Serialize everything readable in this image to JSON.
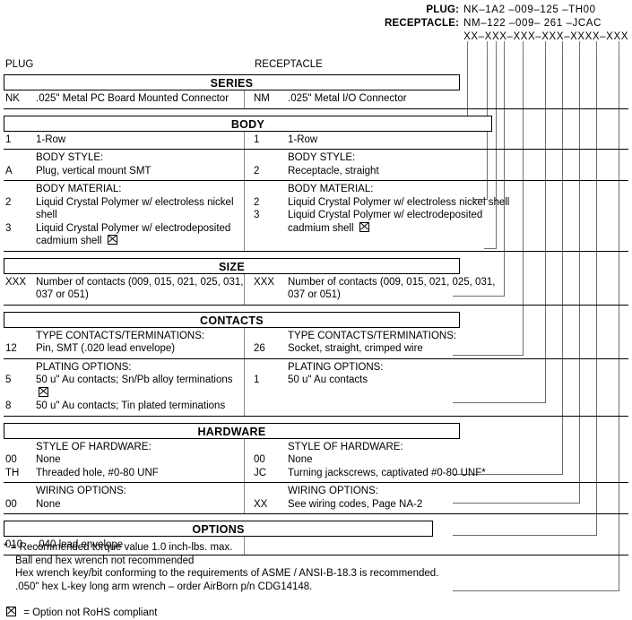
{
  "part_number": {
    "plug_label": "PLUG:",
    "plug_value": "NK–1A2 –009–125 –TH00",
    "receptacle_label": "RECEPTACLE:",
    "receptacle_value": "NM–122 –009– 261 –JCAC",
    "mask": "XX–XXX–XXX–XXX–XXXX–XXX"
  },
  "columns": {
    "plug": "PLUG",
    "receptacle": "RECEPTACLE"
  },
  "sections": [
    {
      "title": "SERIES",
      "groups": [
        {
          "heading_left": "",
          "heading_right": "",
          "left": [
            {
              "code": "NK",
              "desc": ".025\" Metal PC Board Mounted Connector"
            }
          ],
          "right": [
            {
              "code": "NM",
              "desc": ".025\" Metal I/O Connector"
            }
          ]
        }
      ]
    },
    {
      "title": "BODY",
      "groups": [
        {
          "heading_left": "",
          "heading_right": "",
          "left": [
            {
              "code": "1",
              "desc": "1-Row"
            }
          ],
          "right": [
            {
              "code": "1",
              "desc": "1-Row"
            }
          ]
        },
        {
          "heading_left": "BODY STYLE:",
          "heading_right": "BODY STYLE:",
          "left": [
            {
              "code": "A",
              "desc": "Plug, vertical mount SMT"
            }
          ],
          "right": [
            {
              "code": "2",
              "desc": "Receptacle, straight"
            }
          ]
        },
        {
          "heading_left": "BODY MATERIAL:",
          "heading_right": "BODY MATERIAL:",
          "left": [
            {
              "code": "2",
              "desc": "Liquid Crystal Polymer w/ electroless nickel shell"
            },
            {
              "code": "3",
              "desc": "Liquid Crystal Polymer w/ electrodeposited",
              "desc2": "cadmium shell",
              "rohs": true
            }
          ],
          "right": [
            {
              "code": "2",
              "desc": "Liquid Crystal Polymer w/ electroless nickel shell"
            },
            {
              "code": "3",
              "desc": "Liquid Crystal Polymer w/ electrodeposited",
              "desc2": "cadmium shell",
              "rohs": true
            }
          ]
        }
      ]
    },
    {
      "title": "SIZE",
      "groups": [
        {
          "heading_left": "",
          "heading_right": "",
          "left": [
            {
              "code": "XXX",
              "desc": "Number of contacts (009, 015, 021, 025, 031,",
              "desc2": "037 or 051)"
            }
          ],
          "right": [
            {
              "code": "XXX",
              "desc": "Number of contacts (009, 015, 021, 025, 031,",
              "desc2": "037 or 051)"
            }
          ]
        }
      ]
    },
    {
      "title": "CONTACTS",
      "groups": [
        {
          "heading_left": "TYPE CONTACTS/TERMINATIONS:",
          "heading_right": "TYPE CONTACTS/TERMINATIONS:",
          "left": [
            {
              "code": "12",
              "desc": "Pin, SMT (.020 lead envelope)"
            }
          ],
          "right": [
            {
              "code": "26",
              "desc": "Socket, straight, crimped wire"
            }
          ]
        },
        {
          "heading_left": "PLATING OPTIONS:",
          "heading_right": "PLATING OPTIONS:",
          "left": [
            {
              "code": "5",
              "desc": "50 u\" Au contacts; Sn/Pb alloy terminations",
              "rohs": true
            },
            {
              "code": "8",
              "desc": "50 u\" Au contacts; Tin plated terminations"
            }
          ],
          "right": [
            {
              "code": "1",
              "desc": "50 u\" Au contacts"
            }
          ]
        }
      ]
    },
    {
      "title": "HARDWARE",
      "groups": [
        {
          "heading_left": "STYLE OF HARDWARE:",
          "heading_right": "STYLE OF HARDWARE:",
          "left": [
            {
              "code": "00",
              "desc": "None"
            },
            {
              "code": "TH",
              "desc": "Threaded hole, #0-80 UNF"
            }
          ],
          "right": [
            {
              "code": "00",
              "desc": "None"
            },
            {
              "code": "JC",
              "desc": "Turning jackscrews, captivated #0-80 UNF*"
            }
          ]
        },
        {
          "heading_left": "WIRING OPTIONS:",
          "heading_right": "WIRING OPTIONS:",
          "left": [
            {
              "code": "00",
              "desc": "None"
            }
          ],
          "right": [
            {
              "code": "XX",
              "desc": "See wiring codes, Page NA-2"
            }
          ]
        }
      ]
    },
    {
      "title": "OPTIONS",
      "groups": [
        {
          "heading_left": "",
          "heading_right": "",
          "left": [
            {
              "code": "010",
              "desc": ".040 lead envelope"
            }
          ],
          "right": []
        }
      ]
    }
  ],
  "footnotes": {
    "asterisk_line1": "* = Recommended torque value 1.0 inch-lbs. max.",
    "asterisk_line2": "Ball end hex wrench not recommended",
    "asterisk_line3": "Hex wrench key/bit conforming to the requirements of ASME / ANSI-B-18.3 is recommended.",
    "asterisk_line4": ".050\" hex L-key long arm wrench – order AirBorn p/n CDG14148.",
    "rohs_note": "= Option not RoHS compliant"
  },
  "tick_positions": [
    521,
    543,
    553,
    562,
    583,
    608,
    627,
    646,
    665,
    690
  ],
  "colors": {
    "line": "#000000",
    "connector": "#6d6d6d",
    "divider": "#8a8a8a"
  }
}
